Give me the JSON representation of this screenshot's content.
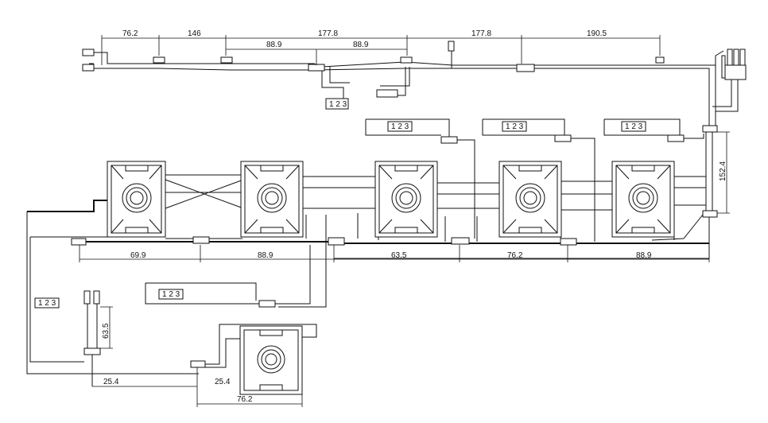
{
  "dimensions": {
    "top": [
      "76.2",
      "146",
      "177.8",
      "88.9",
      "88.9",
      "177.8",
      "190.5"
    ],
    "lower": [
      "69.9",
      "88.9",
      "63.5",
      "76.2",
      "88.9"
    ],
    "vertical": [
      "152.4",
      "63.5"
    ],
    "bottom": [
      "25.4",
      "25.4",
      "76.2"
    ]
  },
  "pin_label": "1 2 3"
}
